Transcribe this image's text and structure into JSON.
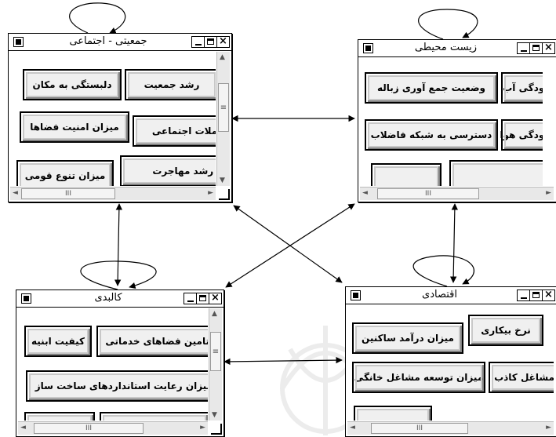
{
  "windows": {
    "social": {
      "title": "جمعیتی - اجتماعی",
      "buttons": [
        "رشد جمعیت",
        "دلبستگی به مکان",
        "میزان امنیت فضاها",
        "تعاملات اجتماعی",
        "نرخ رشد مهاجرت",
        "میزان تنوع قومی"
      ]
    },
    "environment": {
      "title": "زیست محیطی",
      "buttons": [
        "آلودگی آب",
        "وضعیت جمع آوری زباله",
        "آلودگی هوا",
        "دسترسی به شبکه فاضلاب",
        "",
        ""
      ]
    },
    "physical": {
      "title": "کالبدی",
      "buttons": [
        "تامین فضاهای خدماتی",
        "کیفیت ابنیه",
        "میزان رعایت استانداردهای ساخت ساز",
        "",
        ""
      ]
    },
    "economic": {
      "title": "اقتصادی",
      "buttons": [
        "نرخ بیکاری",
        "میزان درآمد ساکنین",
        "مشاغل کاذب",
        "میزان توسعه مشاغل خانگی",
        ""
      ]
    }
  },
  "scrollbar": {
    "thumb_grip": "III",
    "v_grip": "≡"
  },
  "window_controls": {
    "close": "×"
  }
}
